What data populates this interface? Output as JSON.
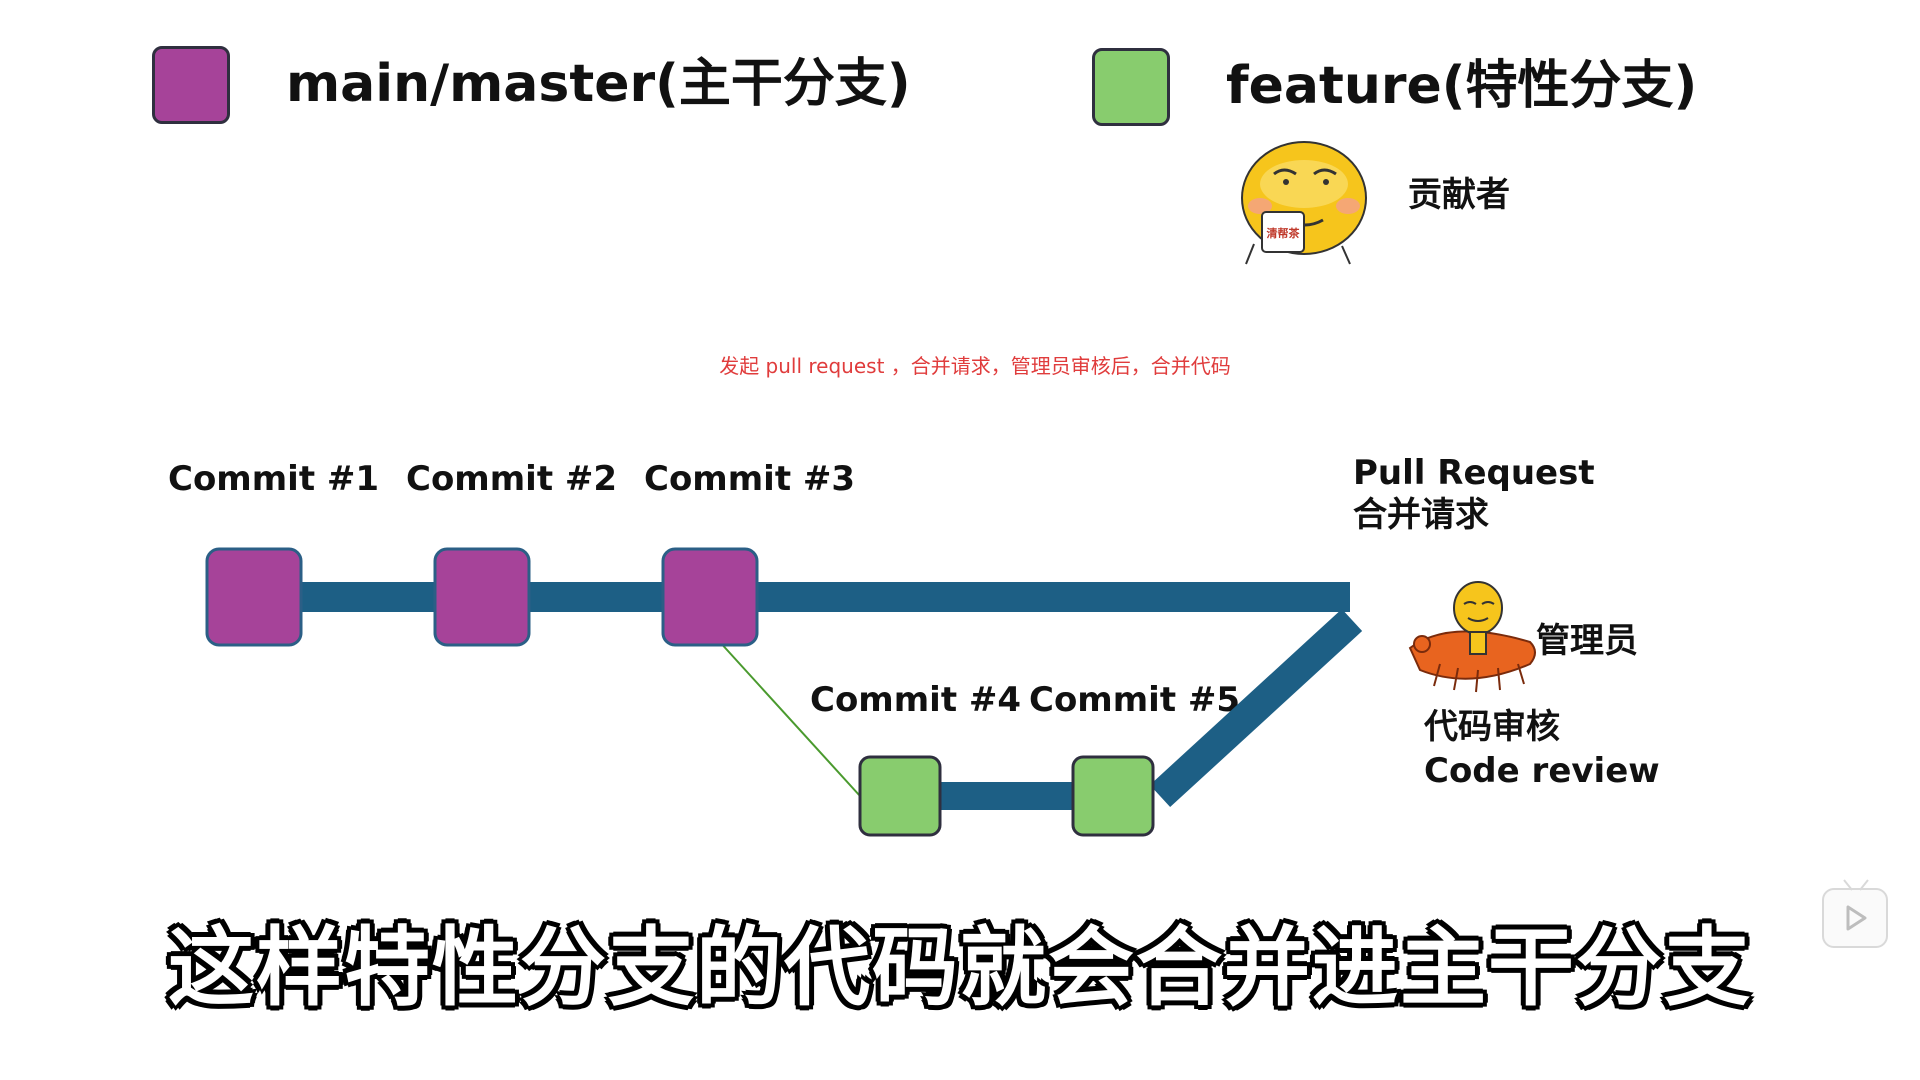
{
  "legend": {
    "main_label": "main/master(主干分支)",
    "main_color": "#a64399",
    "feature_label": "feature(特性分支)",
    "feature_color": "#88cc6e"
  },
  "roles": {
    "contributor": "贡献者",
    "contributor_cup_text": "清帮茶",
    "admin": "管理员"
  },
  "note": "发起 pull request ，合并请求，管理员审核后，合并代码",
  "commits": {
    "c1": "Commit #1",
    "c2": "Commit #2",
    "c3": "Commit #3",
    "c4": "Commit #4",
    "c5": "Commit #5"
  },
  "pull_request": {
    "title": "Pull Request",
    "subtitle": "合并请求"
  },
  "review": {
    "title": "代码审核",
    "subtitle": "Code review"
  },
  "caption": "这样特性分支的代码就会合并进主干分支",
  "colors": {
    "branch_line": "#1d5f85",
    "fork_line": "#4a9a2e",
    "node_border": "#2b5f86"
  },
  "icons": [
    "contributor-avatar-icon",
    "admin-avatar-icon",
    "play-icon"
  ]
}
